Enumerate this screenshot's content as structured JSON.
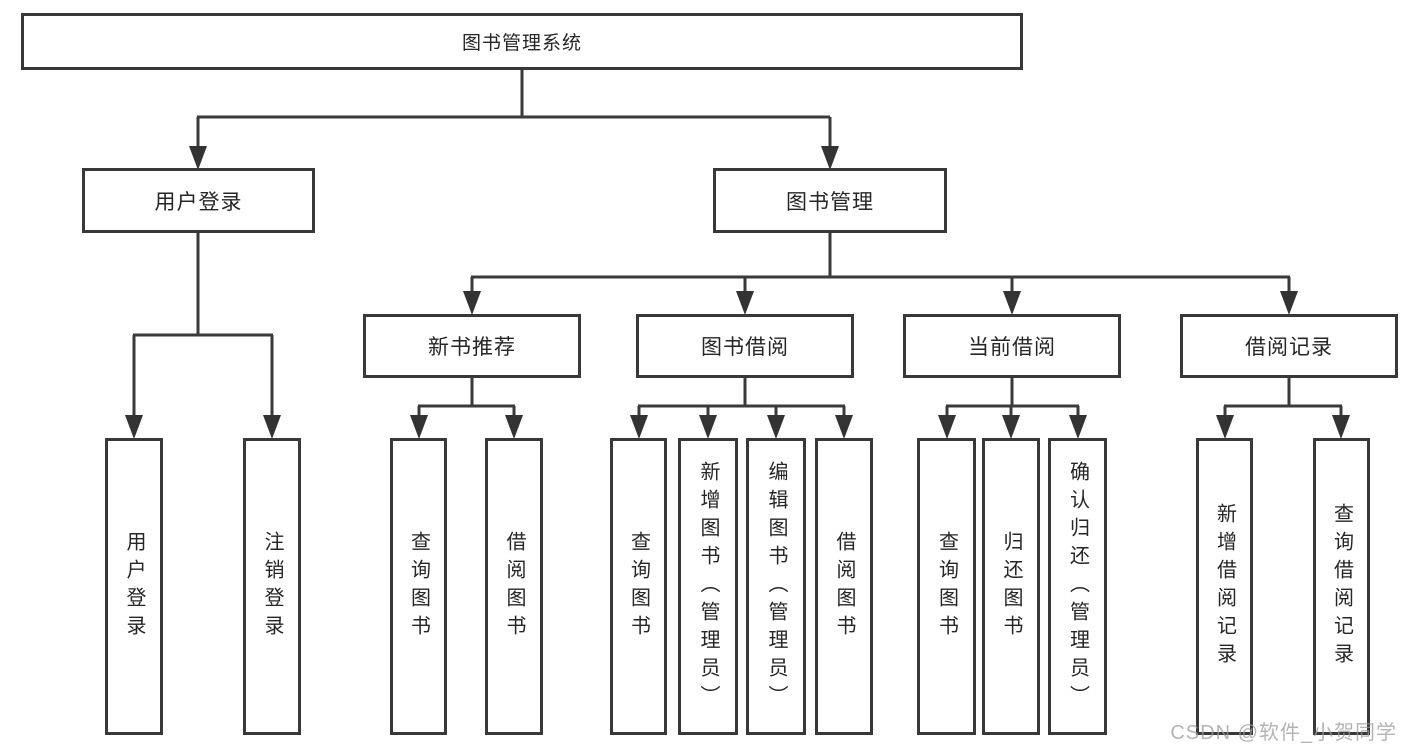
{
  "tree": {
    "root": {
      "label": "图书管理系统"
    },
    "user_login": {
      "label": "用户登录",
      "children": {
        "login": {
          "label": "用户登录"
        },
        "logout": {
          "label": "注销登录"
        }
      }
    },
    "book_mgmt": {
      "label": "图书管理",
      "children": {
        "new_book_rec": {
          "label": "新书推荐",
          "children": {
            "query": {
              "label": "查询图书"
            },
            "borrow": {
              "label": "借阅图书"
            }
          }
        },
        "book_borrow": {
          "label": "图书借阅",
          "children": {
            "query": {
              "label": "查询图书"
            },
            "add": {
              "label": "新增图书（管理员）"
            },
            "edit": {
              "label": "编辑图书（管理员）"
            },
            "borrow": {
              "label": "借阅图书"
            }
          }
        },
        "current_borrow": {
          "label": "当前借阅",
          "children": {
            "query": {
              "label": "查询图书"
            },
            "return": {
              "label": "归还图书"
            },
            "confirm": {
              "label": "确认归还（管理员）"
            }
          }
        },
        "borrow_records": {
          "label": "借阅记录",
          "children": {
            "add": {
              "label": "新增借阅记录"
            },
            "query": {
              "label": "查询借阅记录"
            }
          }
        }
      }
    }
  },
  "watermark": {
    "text": "CSDN @软件_小贺同学"
  },
  "colors": {
    "line": "#3a3a3a",
    "arrow": "#333333",
    "box_border": "#383838",
    "text": "#262626",
    "watermark": "#9b9b9b",
    "background": "#ffffff"
  }
}
